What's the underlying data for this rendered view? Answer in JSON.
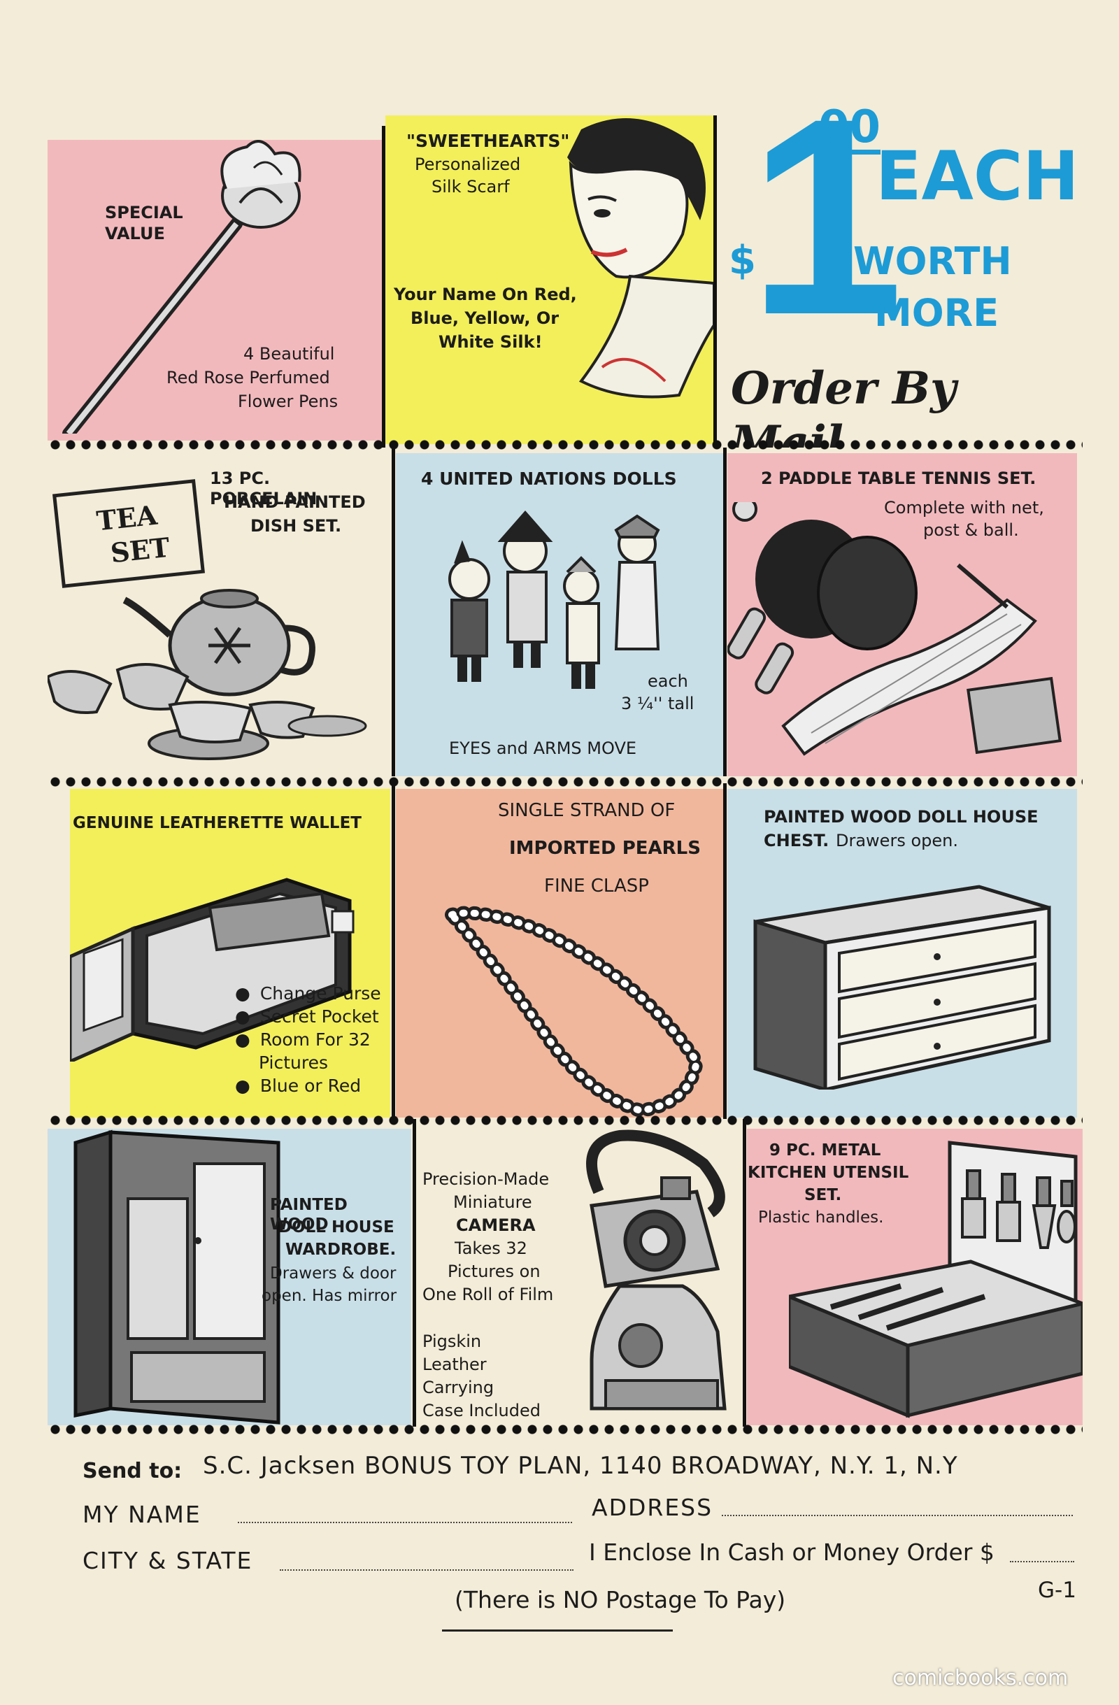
{
  "colors": {
    "pink": "#f2b9bd",
    "yellow": "#f3ef5a",
    "blue": "#c9dfe8",
    "salmon": "#f1b79c",
    "accent": "#1d9bd6"
  },
  "header": {
    "dollar_sign": "$",
    "one": "1",
    "cents": "00",
    "each": "EACH",
    "worth": "WORTH",
    "more": "MORE",
    "order_by_mail": "Order By Mail"
  },
  "items": {
    "pen": {
      "title_l1": "SPECIAL",
      "title_l2": "VALUE",
      "desc_l1": "4 Beautiful",
      "desc_l2": "Red Rose Perfumed",
      "desc_l3": "Flower Pens",
      "icon": "rose-pen-icon"
    },
    "scarf": {
      "title": "\"SWEETHEARTS\"",
      "sub_l1": "Personalized",
      "sub_l2": "Silk Scarf",
      "desc_l1": "Your Name On Red,",
      "desc_l2": "Blue, Yellow, Or",
      "desc_l3": "White Silk!",
      "icon": "woman-scarf-icon"
    },
    "tea": {
      "title_l1": "13 PC. PORCELAIN",
      "title_l2": "HAND PAINTED",
      "title_l3": "DISH SET.",
      "sign_l1": "TEA",
      "sign_l2": "SET",
      "icon": "tea-set-icon"
    },
    "dolls": {
      "title": "4 UNITED NATIONS DOLLS",
      "size_l1": "each",
      "size_l2": "3 ¼'' tall",
      "footer": "EYES and ARMS MOVE",
      "icon": "dolls-icon"
    },
    "tennis": {
      "title": "2 PADDLE TABLE TENNIS SET.",
      "desc_l1": "Complete with net,",
      "desc_l2": "post & ball.",
      "icon": "paddles-icon"
    },
    "wallet": {
      "title": "GENUINE LEATHERETTE WALLET",
      "features": [
        "Change Purse",
        "Secret Pocket",
        "Room For 32",
        "Pictures",
        "Blue or Red"
      ],
      "icon": "wallet-icon"
    },
    "pearls": {
      "title_l1": "SINGLE  STRAND  OF",
      "title_l2": "IMPORTED  PEARLS",
      "title_l3": "FINE  CLASP",
      "icon": "pearl-necklace-icon"
    },
    "chest": {
      "title_l1": "PAINTED WOOD DOLL HOUSE",
      "title_l2": "CHEST.",
      "title_l2b": "Drawers open.",
      "icon": "chest-icon"
    },
    "wardrobe": {
      "title_l1": "PAINTED WOOD",
      "title_l2": "DOLL HOUSE",
      "title_l3": "WARDROBE.",
      "desc_l1": "Drawers & door",
      "desc_l2": "open. Has mirror",
      "icon": "wardrobe-icon"
    },
    "camera": {
      "l1": "Precision-Made",
      "l2": "Miniature",
      "l3": "CAMERA",
      "l4": "Takes 32",
      "l5": "Pictures on",
      "l6": "One Roll of Film",
      "c1": "Pigskin",
      "c2": "Leather",
      "c3": "Carrying",
      "c4": "Case Included",
      "icon": "camera-icon"
    },
    "kitchen": {
      "title_l1": "9 PC. METAL",
      "title_l2": "KITCHEN  UTENSIL",
      "title_l3": "SET.",
      "desc": "Plastic handles.",
      "icon": "utensil-set-icon"
    }
  },
  "form": {
    "send_to_label": "Send to:",
    "send_to_address": "S.C. Jacksen BONUS TOY PLAN, 1140 BROADWAY, N.Y. 1, N.Y",
    "name_label": "MY NAME",
    "address_label": "ADDRESS",
    "city_label": "CITY & STATE",
    "enclose_label": "I Enclose In Cash or Money Order $",
    "postage_note": "(There is NO Postage To Pay)",
    "code": "G-1"
  },
  "watermark": "comicbooks.com"
}
